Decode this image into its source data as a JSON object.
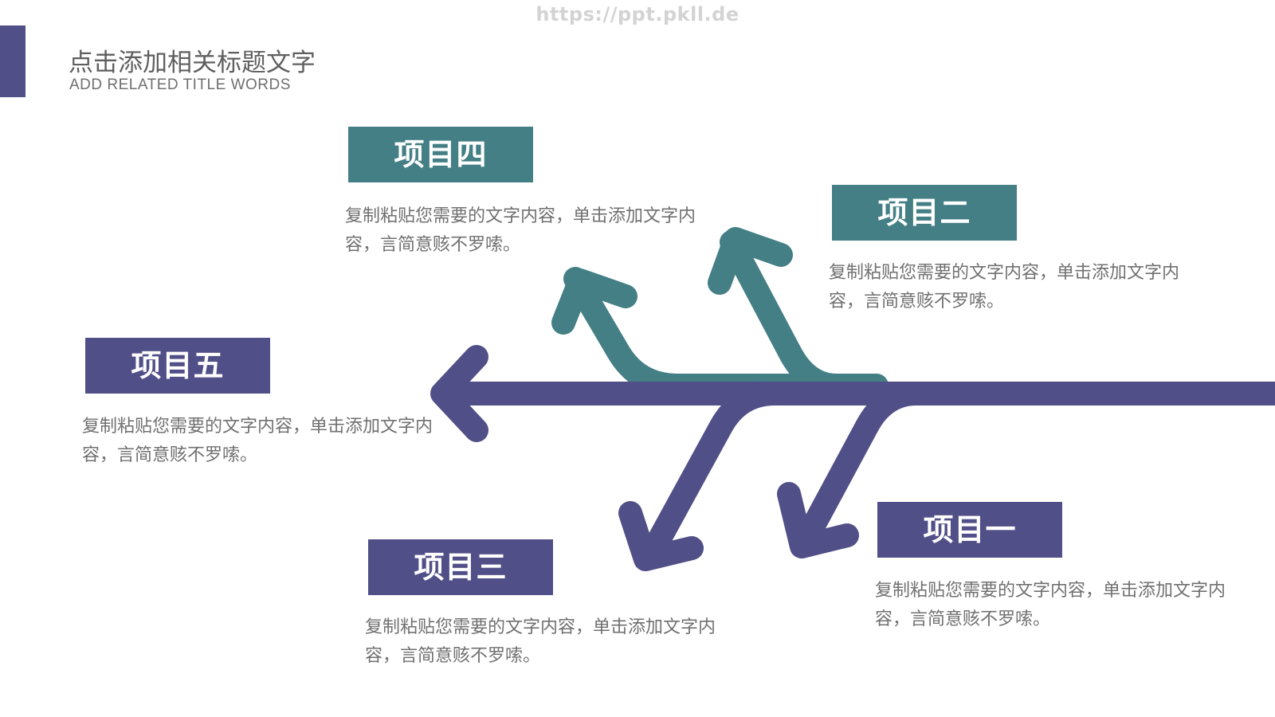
{
  "watermark": "https://ppt.pkll.de",
  "header": {
    "title": "点击添加相关标题文字",
    "subtitle": "ADD RELATED TITLE WORDS"
  },
  "colors": {
    "purple": "#514f87",
    "teal": "#437f85",
    "text": "#707070"
  },
  "items": [
    {
      "label": "项目一",
      "desc": "复制粘贴您需要的文字内容，单击添加文字内容，言简意赅不罗嗦。",
      "color": "purple"
    },
    {
      "label": "项目二",
      "desc": "复制粘贴您需要的文字内容，单击添加文字内容，言简意赅不罗嗦。",
      "color": "teal"
    },
    {
      "label": "项目三",
      "desc": "复制粘贴您需要的文字内容，单击添加文字内容，言简意赅不罗嗦。",
      "color": "purple"
    },
    {
      "label": "项目四",
      "desc": "复制粘贴您需要的文字内容，单击添加文字内容，言简意赅不罗嗦。",
      "color": "teal"
    },
    {
      "label": "项目五",
      "desc": "复制粘贴您需要的文字内容，单击添加文字内容，言简意赅不罗嗦。",
      "color": "purple"
    }
  ]
}
